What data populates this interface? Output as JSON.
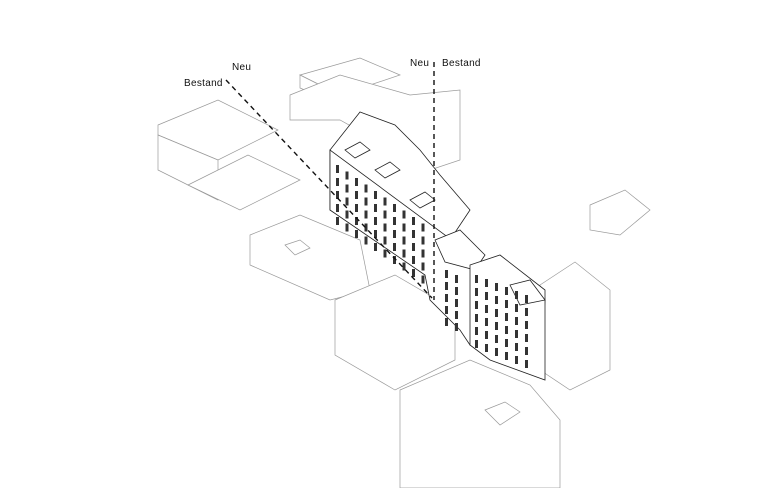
{
  "labels": {
    "left_new": "Neu",
    "left_existing": "Bestand",
    "right_new": "Neu",
    "right_existing": "Bestand"
  },
  "colors": {
    "context_lines": "#9a9a9a",
    "main_lines": "#222222",
    "dividers": "#111111"
  }
}
